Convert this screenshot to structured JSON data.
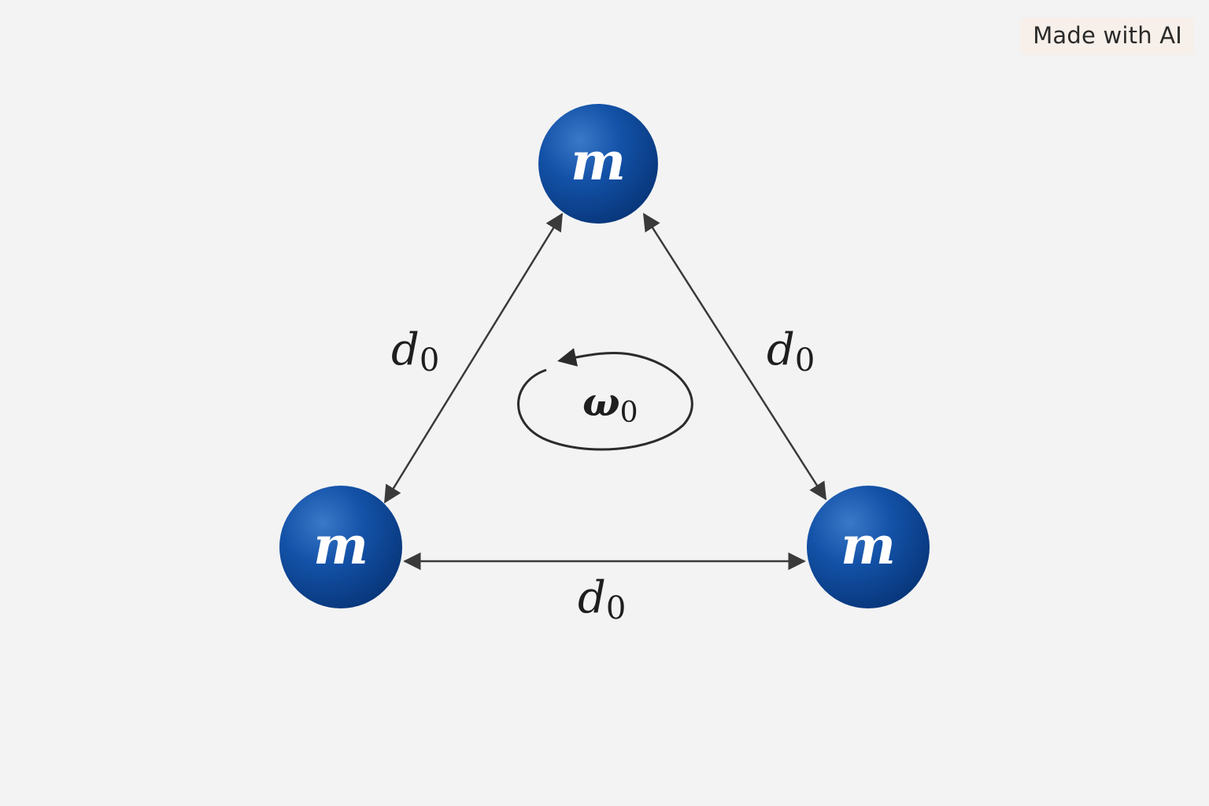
{
  "badge": {
    "text": "Made with AI"
  },
  "diagram": {
    "masses": {
      "top": "m",
      "bottom_left": "m",
      "bottom_right": "m"
    },
    "distances": {
      "left": {
        "symbol": "d",
        "subscript": "0"
      },
      "right": {
        "symbol": "d",
        "subscript": "0"
      },
      "bottom": {
        "symbol": "d",
        "subscript": "0"
      }
    },
    "rotation": {
      "symbol": "ω",
      "subscript": "0"
    },
    "colors": {
      "mass_fill": "#0f4fa3",
      "mass_dark": "#0a3a80",
      "line": "#3a3a3a",
      "background": "#f3f3f4"
    }
  }
}
